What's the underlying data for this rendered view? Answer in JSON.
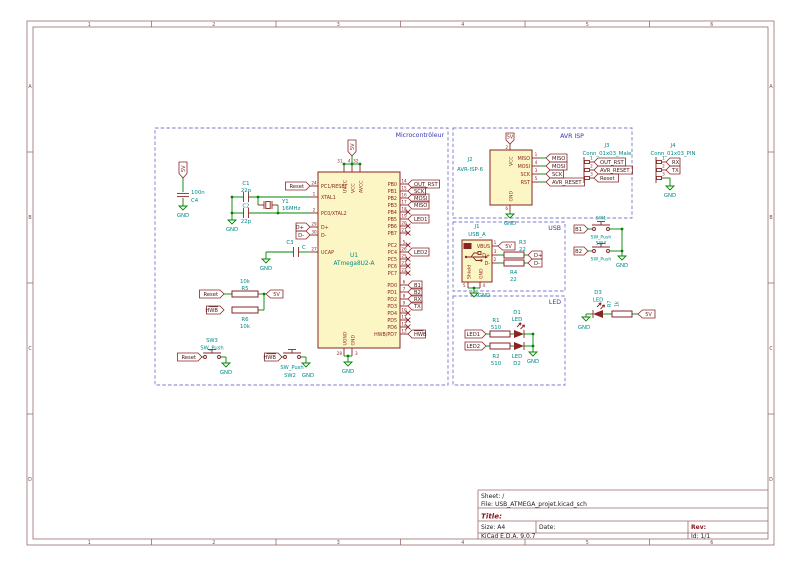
{
  "frame": {
    "cols": [
      "1",
      "2",
      "3",
      "4",
      "5",
      "6"
    ],
    "rows": [
      "A",
      "B",
      "C",
      "D"
    ]
  },
  "title_block": {
    "sheet": "Sheet: /",
    "file": "File: USB_ATMEGA_projet.kicad_sch",
    "title": "Title:",
    "size": "Size: A4",
    "date": "Date:",
    "rev": "Rev:",
    "app": "KiCad E.D.A. 9.0.7",
    "id": "Id: 1/1"
  },
  "sections": {
    "mcu": "Microcontrôleur",
    "isp": "AVR ISP",
    "usb": "USB",
    "led": "LED"
  },
  "power": {
    "v5": "5V",
    "gnd": "GND"
  },
  "mcu": {
    "ref": "U1",
    "value": "ATmega8U2-A",
    "left_pins": [
      {
        "n": "PC1/RESET",
        "num": "24",
        "label": "Reset"
      },
      {
        "n": "XTAL1",
        "num": "1"
      },
      {
        "n": "PC0/XTAL2",
        "num": "2"
      },
      {
        "n": "D+",
        "num": "29",
        "label": "D+"
      },
      {
        "n": "D-",
        "num": "30",
        "label": "D-"
      },
      {
        "n": "UCAP",
        "num": "27"
      }
    ],
    "right_pins": [
      {
        "n": "PB0",
        "num": "14",
        "label": "OUT_RST"
      },
      {
        "n": "PB1",
        "num": "15",
        "label": "SCK"
      },
      {
        "n": "PB2",
        "num": "16",
        "label": "MOSI"
      },
      {
        "n": "PB3",
        "num": "17",
        "label": "MISO"
      },
      {
        "n": "PB4",
        "num": "18"
      },
      {
        "n": "PB5",
        "num": "19",
        "label": "LED1"
      },
      {
        "n": "PB6",
        "num": "20"
      },
      {
        "n": "PB7",
        "num": "21"
      },
      {
        "n": "PC2",
        "num": "5"
      },
      {
        "n": "PC4",
        "num": "26",
        "label": "LED2"
      },
      {
        "n": "PC5",
        "num": "25"
      },
      {
        "n": "PC6",
        "num": "23"
      },
      {
        "n": "PC7",
        "num": "22"
      },
      {
        "n": "PD0",
        "num": "6",
        "label": "B1"
      },
      {
        "n": "PD1",
        "num": "7",
        "label": "B2"
      },
      {
        "n": "PD2",
        "num": "8",
        "label": "RX"
      },
      {
        "n": "PD3",
        "num": "9",
        "label": "TX"
      },
      {
        "n": "PD4",
        "num": "10"
      },
      {
        "n": "PD5",
        "num": "11"
      },
      {
        "n": "PD6",
        "num": "12"
      },
      {
        "n": "HWB/PD7",
        "num": "13",
        "label": "HWB",
        "bar": true
      }
    ],
    "top_pins": [
      {
        "n": "UVCC",
        "num": "31"
      },
      {
        "n": "VCC",
        "num": "4"
      },
      {
        "n": "AVCC",
        "num": "32"
      }
    ],
    "bottom_pins": [
      {
        "n": "UGND",
        "num": "28"
      },
      {
        "n": "GND",
        "num": "3"
      }
    ]
  },
  "components": {
    "y1": {
      "ref": "Y1",
      "value": "16MHz"
    },
    "c1": {
      "ref": "C1",
      "value": "22p"
    },
    "c2": {
      "ref": "C2",
      "value": "22p"
    },
    "c3": {
      "ref": "C3",
      "value": "C"
    },
    "c4": {
      "ref": "C4",
      "value": "100n"
    },
    "r1": {
      "ref": "R1",
      "value": "510"
    },
    "r2": {
      "ref": "R2",
      "value": "510"
    },
    "r3": {
      "ref": "R3",
      "value": "22"
    },
    "r4": {
      "ref": "R4",
      "value": "22"
    },
    "r5": {
      "ref": "R5",
      "value": "10k"
    },
    "r6": {
      "ref": "R6",
      "value": "10k"
    },
    "r7": {
      "ref": "R7",
      "value": "1k"
    },
    "d1": {
      "ref": "D1",
      "value": "LED"
    },
    "d2": {
      "ref": "D2",
      "value": "LED"
    },
    "d3": {
      "ref": "D3",
      "value": "LED"
    },
    "sw2": {
      "ref": "SW2",
      "value": "SW_Push"
    },
    "sw3": {
      "ref": "SW3",
      "value": "SW_Push"
    },
    "sw_b1": {
      "ref": "SW1",
      "value": "SW_Push"
    },
    "sw_b2": {
      "ref": "SW4",
      "value": "SW_Push"
    },
    "j1": {
      "ref": "J1",
      "value": "USB_A",
      "pins": {
        "vbus": {
          "n": "VBUS",
          "num": "1"
        },
        "dp": {
          "n": "D+",
          "num": "3"
        },
        "dm": {
          "n": "D-",
          "num": "2"
        },
        "gnd": {
          "n": "GND",
          "num": "4"
        },
        "shield": {
          "n": "Shield",
          "num": "5"
        }
      }
    },
    "j2": {
      "ref": "J2",
      "value": "AVR-ISP-6",
      "pins": [
        {
          "n": "MISO",
          "num": "1",
          "label": "MISO"
        },
        {
          "n": "MOSI",
          "num": "4",
          "label": "MOSI"
        },
        {
          "n": "SCK",
          "num": "3",
          "label": "SCK"
        },
        {
          "n": "RST",
          "num": "5",
          "label": "AVR_RESET"
        }
      ],
      "top": {
        "n": "VCC",
        "num": "2"
      },
      "bottom": {
        "n": "GND",
        "num": "6"
      }
    },
    "j3": {
      "ref": "J3",
      "value": "Conn_01x03_Male",
      "pins": [
        {
          "num": "1",
          "label": "OUT_RST"
        },
        {
          "num": "2",
          "label": "AVR_RESET"
        },
        {
          "num": "3",
          "label": "Reset"
        }
      ]
    },
    "j4": {
      "ref": "J4",
      "value": "Conn_01x03_PIN",
      "pins": [
        {
          "num": "1",
          "label": "RX"
        },
        {
          "num": "2",
          "label": "TX"
        },
        {
          "num": "3",
          "label": "GND"
        }
      ]
    }
  },
  "labels": {
    "reset": "Reset",
    "hwb": "HWB",
    "b1": "B1",
    "b2": "B2",
    "led1": "LED1",
    "led2": "LED2",
    "dp": "D+",
    "dm": "D-"
  }
}
